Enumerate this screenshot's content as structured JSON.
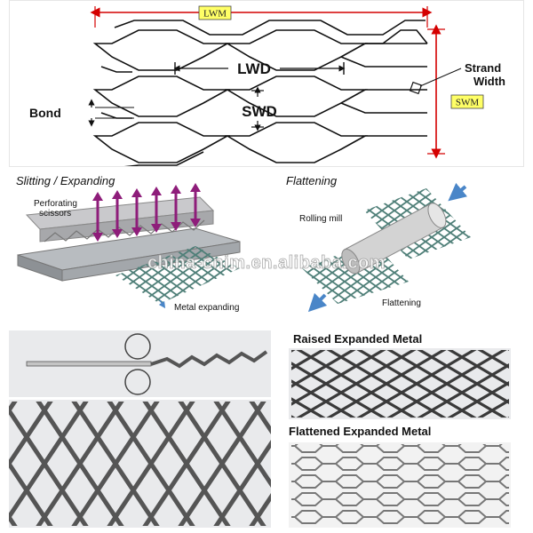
{
  "top_diagram": {
    "lwm_label": "LWM",
    "swm_label": "SWM",
    "lwd_label": "LWD",
    "swd_label": "SWD",
    "bond_label": "Bond",
    "strand_width_line1": "Strand",
    "strand_width_line2": "Width",
    "dimension_color": "#d40000",
    "tag_fill": "#ffff66"
  },
  "slitting": {
    "title": "Slitting / Expanding",
    "scissors_line1": "Perforating",
    "scissors_line2": "scissors",
    "expanding_label": "Metal expanding"
  },
  "flattening": {
    "title": "Flattening",
    "rolling_mill_label": "Rolling mill",
    "flattening_label": "Flattening",
    "arrow_color": "#4a86c8"
  },
  "watermark": "china-cnim.en.alibaba.com",
  "bottom": {
    "raised_title": "Raised Expanded Metal",
    "flattened_title": "Flattened Expanded Metal"
  }
}
